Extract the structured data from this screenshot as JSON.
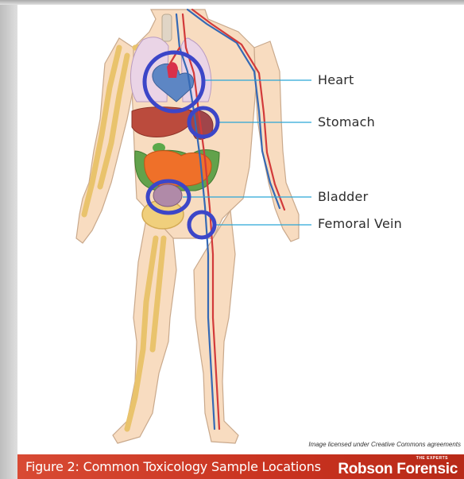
{
  "labels": {
    "heart": "Heart",
    "stomach": "Stomach",
    "bladder": "Bladder",
    "femoral_vein": "Femoral Vein"
  },
  "credit": "Image licensed under Creative Commons agreements",
  "footer": {
    "caption": "Figure 2: Common Toxicology Sample Locations",
    "brand_tagline": "THE EXPERTS",
    "brand_name": "Robson Forensic"
  },
  "colors": {
    "marker_ring": "#3c46c8",
    "leader_line": "#2aa6d6",
    "skin": "#f8dcc0",
    "bone": "#f0cf7c",
    "footer": "#c8321f"
  }
}
